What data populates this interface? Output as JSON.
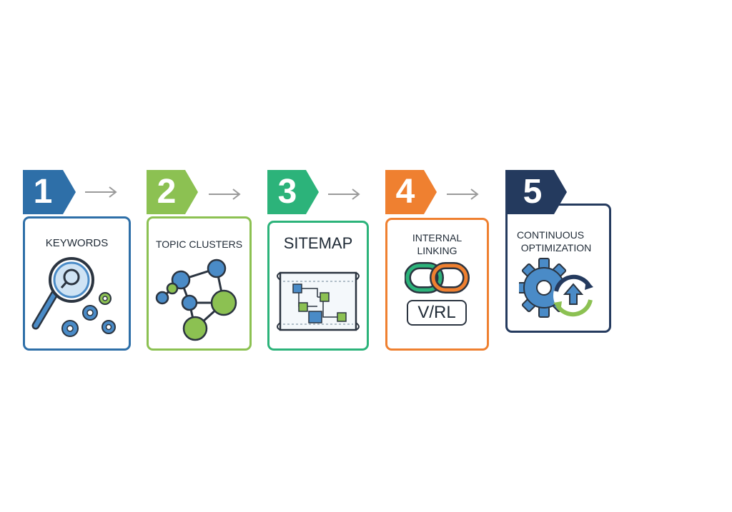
{
  "steps": [
    {
      "number": "1",
      "label": "KEYWORDS",
      "color": "#2e6fa8"
    },
    {
      "number": "2",
      "label": "TOPIC CLUSTERS",
      "color": "#8cc152"
    },
    {
      "number": "3",
      "label": "SITEMAP",
      "color": "#2cb37a"
    },
    {
      "number": "4",
      "label_line1": "INTERNAL",
      "label_line2": "LINKING",
      "url_text": "V/RL",
      "color": "#ef8030"
    },
    {
      "number": "5",
      "label_line1": "CONTINUOUS",
      "label_line2": "OPTIMIZATION",
      "color": "#243a5e"
    }
  ],
  "icons": {
    "step1": "magnifier-gears-icon",
    "step2": "network-nodes-icon",
    "step3": "sitemap-blueprint-icon",
    "step4": "chain-link-icon",
    "step5": "gear-update-icon",
    "connector": "arrow-right-icon"
  }
}
